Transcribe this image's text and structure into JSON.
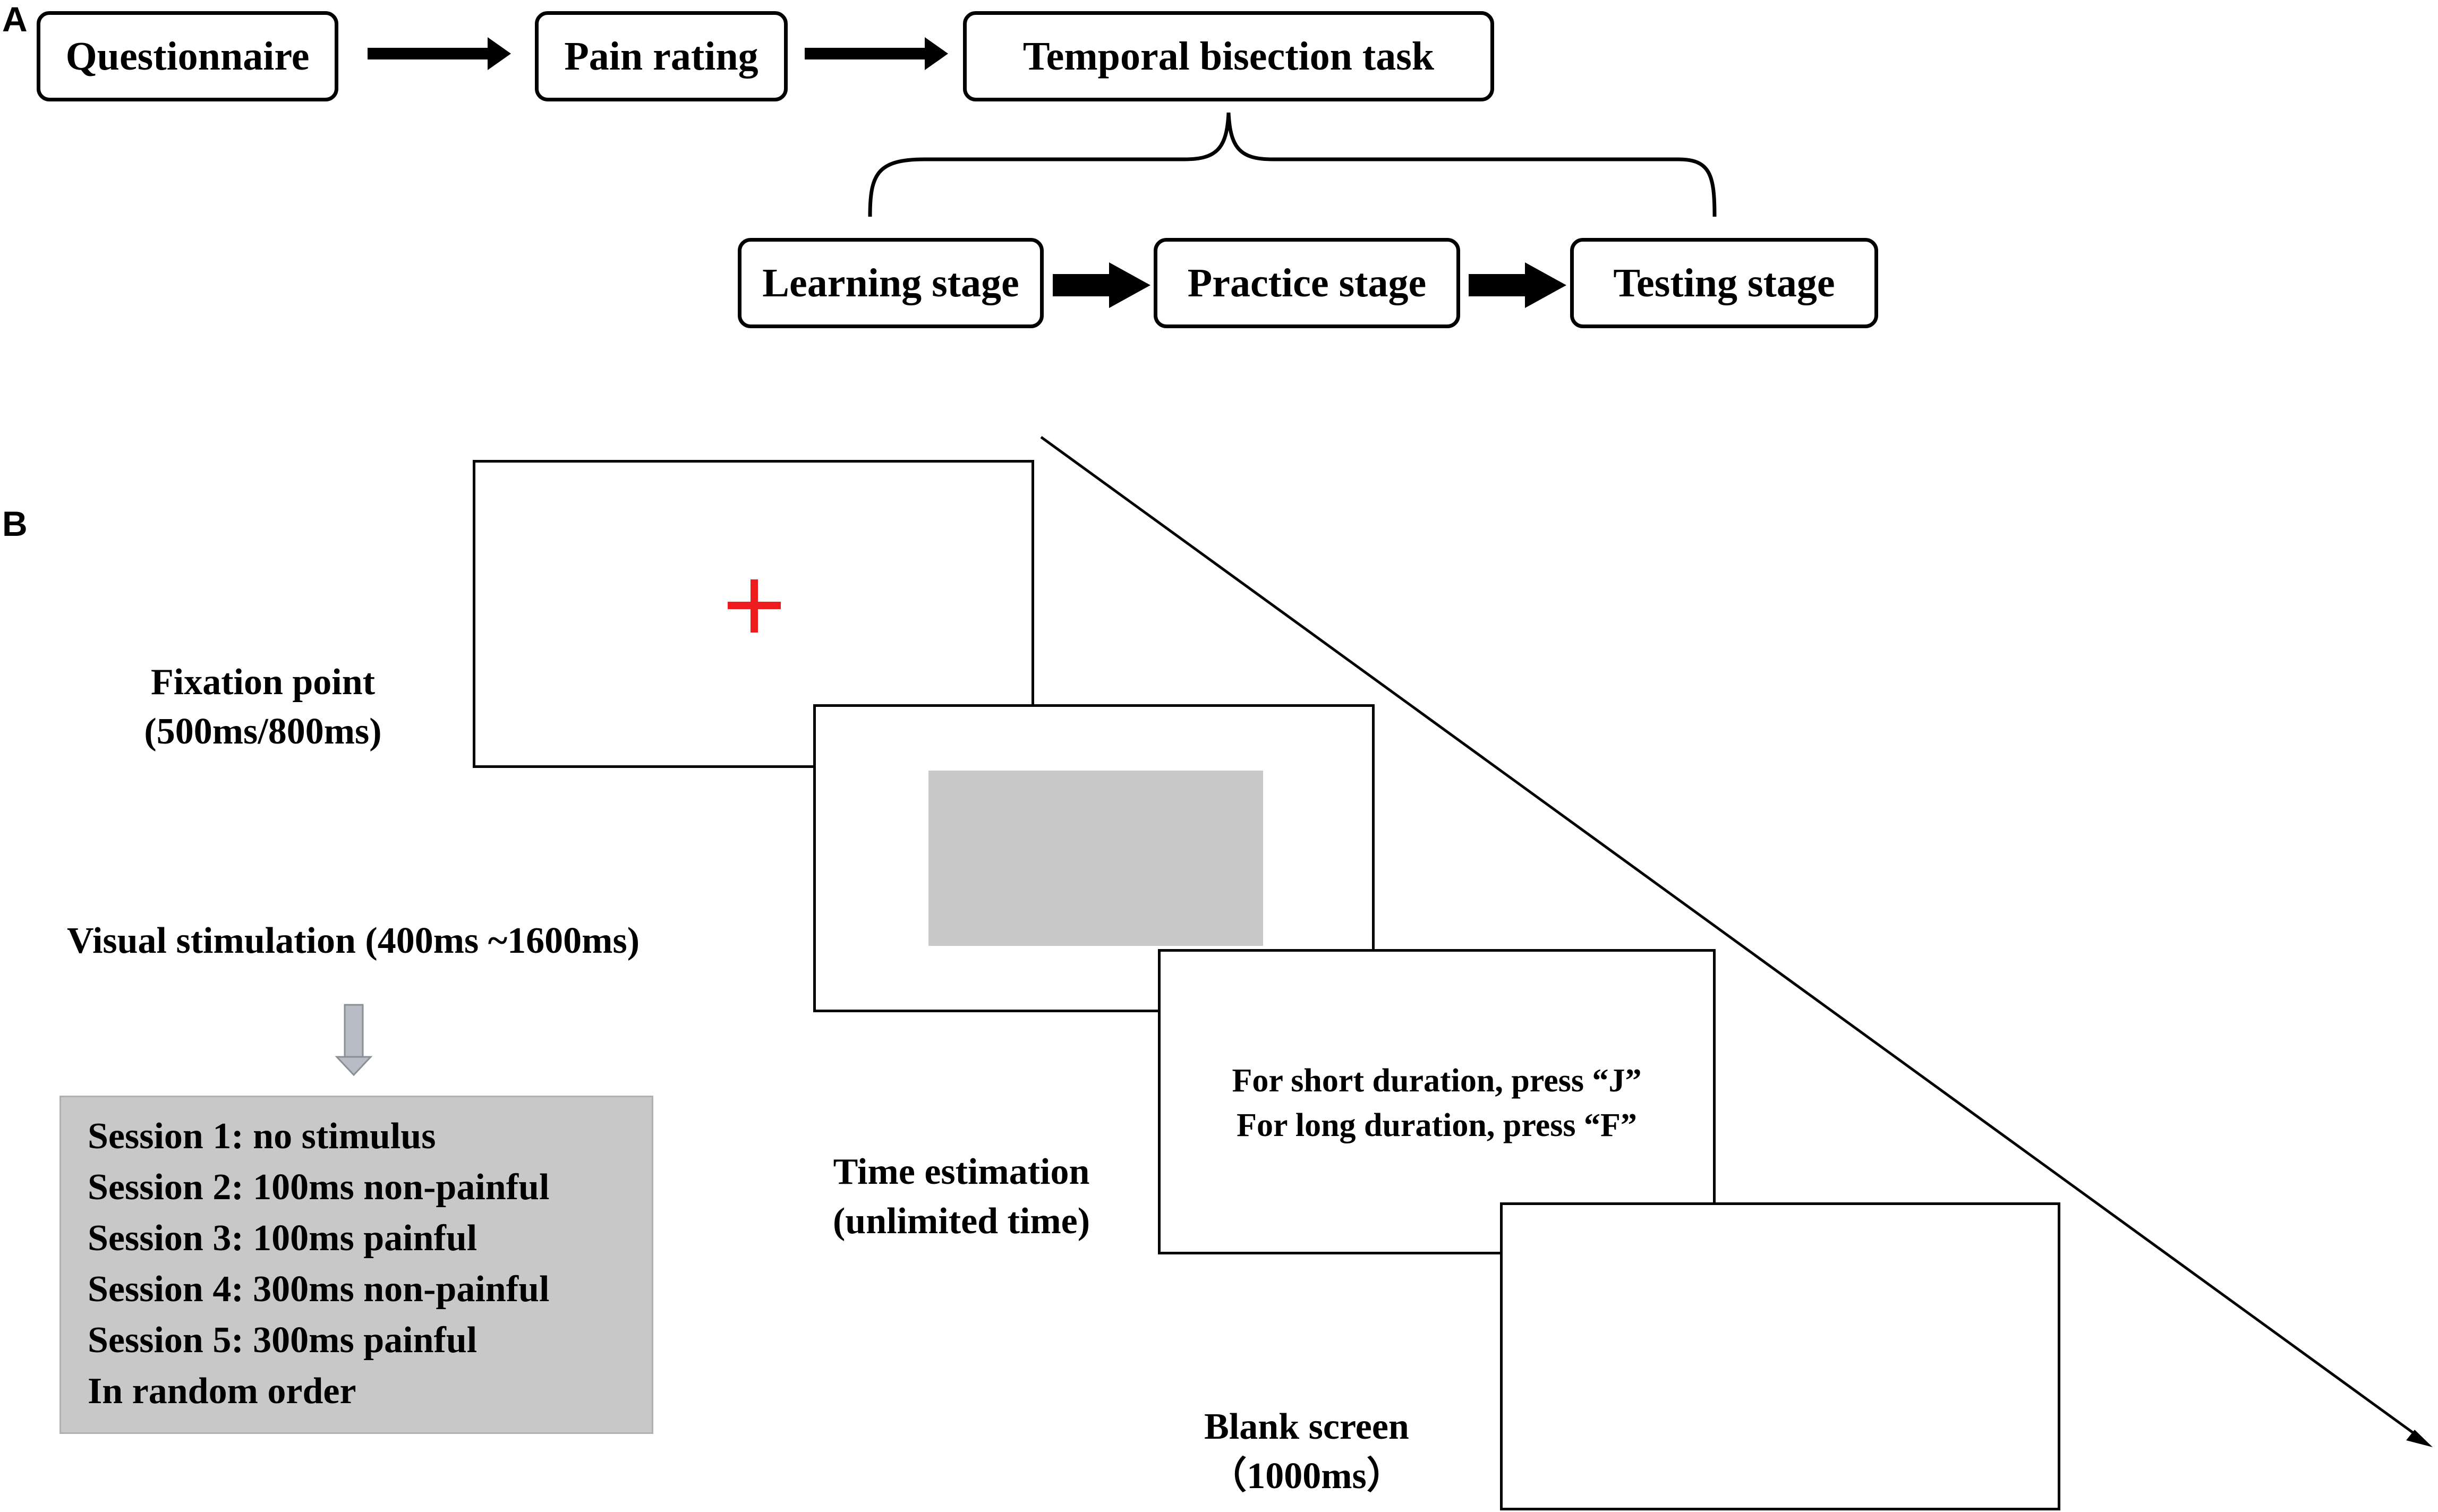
{
  "panel_a": {
    "label": "A",
    "boxes": {
      "questionnaire": "Questionnaire",
      "pain_rating": "Pain rating",
      "temporal_bisection_task": "Temporal bisection task",
      "learning_stage": "Learning stage",
      "practice_stage": "Practice stage",
      "testing_stage": "Testing stage"
    }
  },
  "panel_b": {
    "label": "B",
    "fixation": {
      "title": "Fixation point",
      "duration": "(500ms/800ms)",
      "cross_color": "#ee1c1c"
    },
    "visual_stimulation": {
      "title": "Visual stimulation (400ms ~1600ms)",
      "stimulus_color": "#c8c8c8",
      "sessions": [
        "Session 1: no stimulus",
        "Session 2: 100ms non-painful",
        "Session 3: 100ms painful",
        "Session 4: 300ms non-painful",
        "Session 5: 300ms painful",
        "In random order"
      ]
    },
    "time_estimation": {
      "title": "Time estimation",
      "duration": "(unlimited time)",
      "instructions": [
        "For short duration, press “J”",
        "For long duration, press “F”"
      ]
    },
    "blank_screen": {
      "title": "Blank screen",
      "duration": "（1000ms）"
    }
  }
}
